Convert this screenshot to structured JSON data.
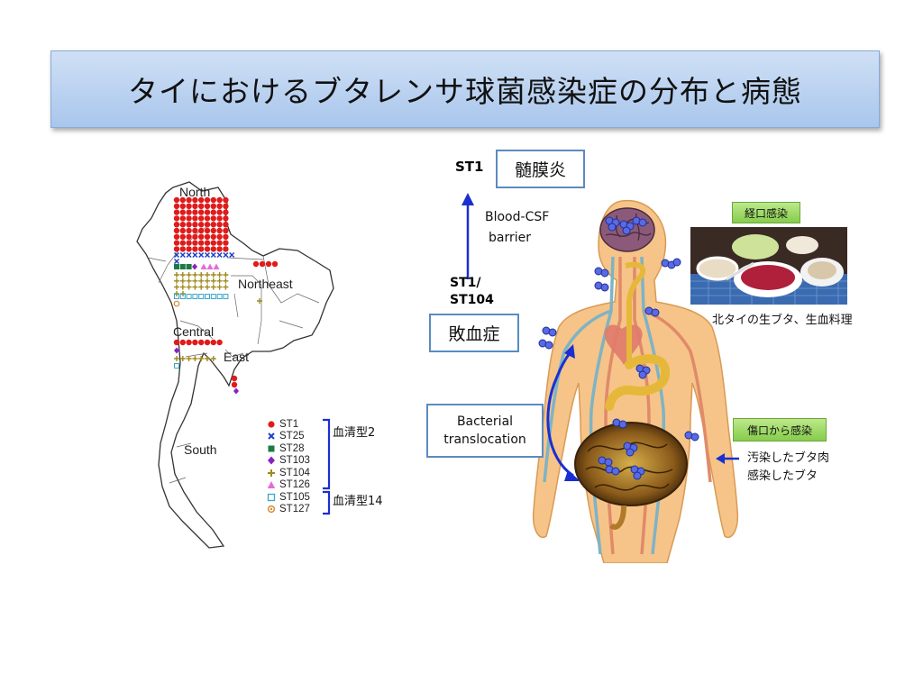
{
  "title": "タイにおけるブタレンサ球菌感染症の分布と病態",
  "map": {
    "regions": [
      "North",
      "Northeast",
      "Central",
      "East",
      "South"
    ],
    "legend": [
      {
        "label": "ST1",
        "color": "#e01b1b",
        "symbol": "circle"
      },
      {
        "label": "ST25",
        "color": "#1f3fc7",
        "symbol": "cross"
      },
      {
        "label": "ST28",
        "color": "#1e7a45",
        "symbol": "square"
      },
      {
        "label": "ST103",
        "color": "#8a1fc7",
        "symbol": "diamond"
      },
      {
        "label": "ST104",
        "color": "#a08a1e",
        "symbol": "plus"
      },
      {
        "label": "ST126",
        "color": "#e86ad6",
        "symbol": "triangle"
      },
      {
        "label": "ST105",
        "color": "#3aa7c9",
        "symbol": "open-square"
      },
      {
        "label": "ST127",
        "color": "#d9893a",
        "symbol": "open-circle"
      }
    ],
    "serotype_2": "血清型2",
    "serotype_14": "血清型14"
  },
  "pathology": {
    "st1_top": "ST1",
    "meningitis": "髄膜炎",
    "bcsf_line1": "Blood-CSF",
    "bcsf_line2": "barrier",
    "st1_slash": "ST1/",
    "st104": "ST104",
    "sepsis": "敗血症",
    "bacterial_line1": "Bacterial",
    "bacterial_line2": "translocation",
    "oral_tag": "経口感染",
    "food_caption": "北タイの生ブタ、生血料理",
    "wound_tag": "傷口から感染",
    "wound_line1": "汚染したブタ肉",
    "wound_line2": "感染したブタ"
  },
  "colors": {
    "st1_red": "#e01b1b",
    "st104_gold": "#a08a1e",
    "arrow_blue": "#1a2fd1",
    "box_border": "#5b8bc0",
    "tag_green": "#86cc4c"
  }
}
